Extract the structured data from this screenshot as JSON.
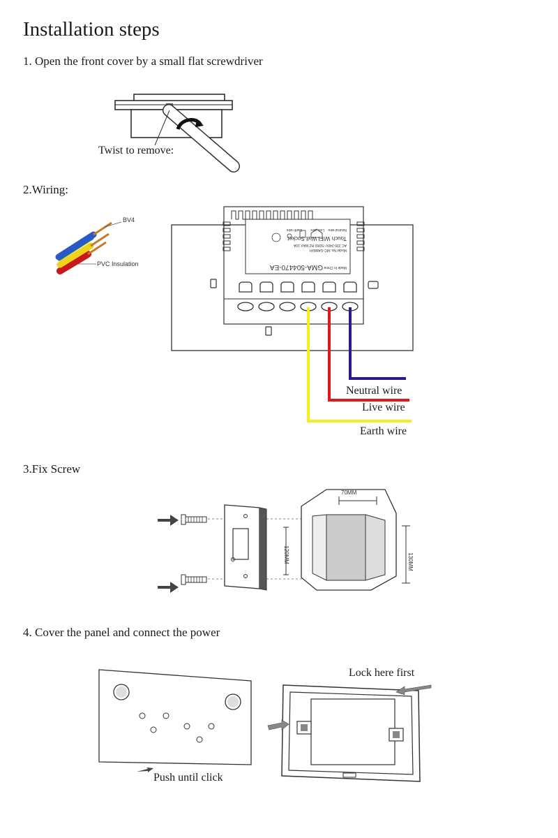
{
  "title": "Installation steps",
  "steps": [
    {
      "heading": "1. Open the front cover by a small flat screwdriver",
      "caption": "Twist to remove:"
    },
    {
      "heading": "2.Wiring:",
      "cable_labels": [
        "BV4",
        "PVC Insulation"
      ],
      "wire_labels": [
        "Neutral wire",
        "Live wire",
        "Earth wire"
      ],
      "product_label": {
        "model": "GMA-504470-EA",
        "name": "Touch WIFI Wall Socket",
        "rating": "AC 220-240V~50/60 HZ MAX 10A",
        "model_no": "Model No.:MC-GAWEFI",
        "made_in": "Made In China",
        "terminals": [
          "Neutral wire",
          "Live wire",
          "Earth wire"
        ]
      },
      "colors": {
        "neutral": "#2a1a8c",
        "live": "#e0181b",
        "earth": "#f5ee1d"
      }
    },
    {
      "heading": "3.Fix Screw",
      "dims": [
        "70MM",
        "120MM",
        "130MM"
      ]
    },
    {
      "heading": "4. Cover the panel and connect the power",
      "callouts": [
        "Lock here first",
        "Push until click"
      ]
    }
  ]
}
